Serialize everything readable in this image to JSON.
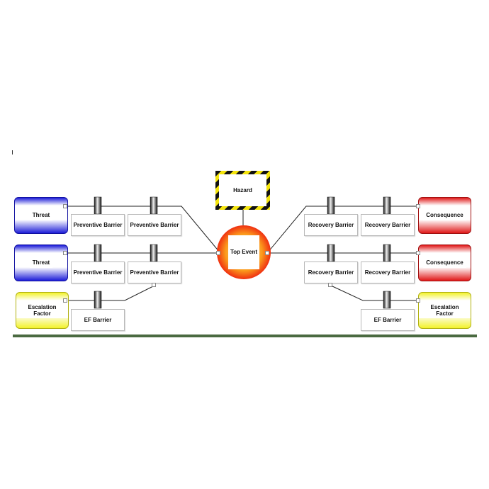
{
  "hazard": {
    "label": "Hazard"
  },
  "top_event": {
    "label": "Top Event"
  },
  "threats": [
    {
      "label": "Threat",
      "barriers": [
        "Preventive Barrier",
        "Preventive Barrier"
      ]
    },
    {
      "label": "Threat",
      "barriers": [
        "Preventive Barrier",
        "Preventive Barrier"
      ]
    }
  ],
  "consequences": [
    {
      "label": "Consequence",
      "barriers": [
        "Recovery Barrier",
        "Recovery Barrier"
      ]
    },
    {
      "label": "Consequence",
      "barriers": [
        "Recovery Barrier",
        "Recovery Barrier"
      ]
    }
  ],
  "escalation_left": {
    "label": "Escalation Factor",
    "barrier": "EF Barrier"
  },
  "escalation_right": {
    "label": "Escalation Factor",
    "barrier": "EF Barrier"
  },
  "colors": {
    "threat": "#1c1cd8",
    "consequence": "#e01818",
    "escalation": "#f2f22a",
    "ground": "#4a6a40"
  }
}
